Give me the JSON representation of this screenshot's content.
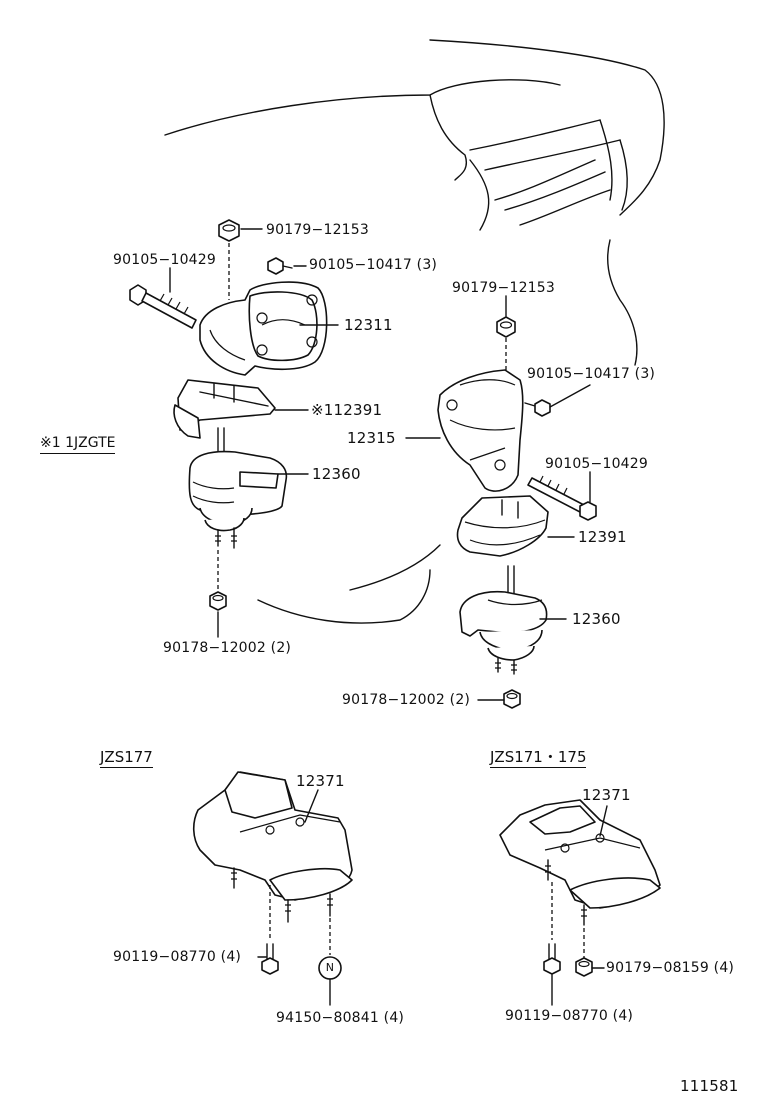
{
  "diagram": {
    "sheet_number": "111581",
    "groups": {
      "jzs177": "JZS177",
      "jzs171_175": "JZS171・175"
    },
    "note": {
      "mark": "※1",
      "text": "1JZGTE"
    },
    "labels": {
      "p90179_12153_a": "90179−12153",
      "p90105_10429_a": "90105−10429",
      "p90105_10417_a": "90105−10417 (3)",
      "p12311": "12311",
      "p12391_note": "※112391",
      "p12360_a": "12360",
      "p90178_12002_a": "90178−12002 (2)",
      "p90179_12153_b": "90179−12153",
      "p90105_10417_b": "90105−10417 (3)",
      "p12315": "12315",
      "p90105_10429_b": "90105−10429",
      "p12391": "12391",
      "p12360_b": "12360",
      "p90178_12002_b": "90178−12002 (2)",
      "p12371_a": "12371",
      "p90119_08770_a": "90119−08770 (4)",
      "p94150_80841": "94150−80841 (4)",
      "n_mark": "N",
      "p12371_b": "12371",
      "p90179_08159": "90179−08159 (4)",
      "p90119_08770_b": "90119−08770 (4)"
    }
  }
}
